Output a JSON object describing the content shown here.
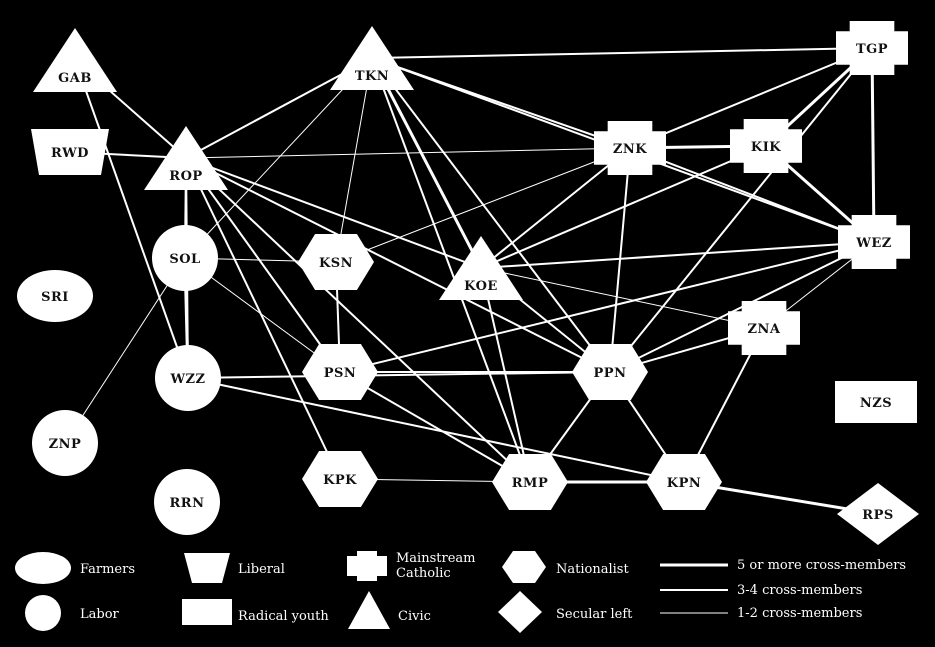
{
  "colors": {
    "background": "#000000",
    "foreground": "#ffffff",
    "node_text": "#111111"
  },
  "nodes": [
    {
      "id": "GAB",
      "label": "GAB",
      "shape": "triangle"
    },
    {
      "id": "TKN",
      "label": "TKN",
      "shape": "triangle"
    },
    {
      "id": "TGP",
      "label": "TGP",
      "shape": "cross"
    },
    {
      "id": "RWD",
      "label": "RWD",
      "shape": "trapezoid"
    },
    {
      "id": "ROP",
      "label": "ROP",
      "shape": "triangle"
    },
    {
      "id": "ZNK",
      "label": "ZNK",
      "shape": "cross"
    },
    {
      "id": "KIK",
      "label": "KIK",
      "shape": "cross"
    },
    {
      "id": "SOL",
      "label": "SOL",
      "shape": "circle"
    },
    {
      "id": "KSN",
      "label": "KSN",
      "shape": "hexagon"
    },
    {
      "id": "KOE",
      "label": "KOE",
      "shape": "triangle"
    },
    {
      "id": "WEZ",
      "label": "WEZ",
      "shape": "cross"
    },
    {
      "id": "SRI",
      "label": "SRI",
      "shape": "ellipse"
    },
    {
      "id": "ZNA",
      "label": "ZNA",
      "shape": "cross"
    },
    {
      "id": "PSN",
      "label": "PSN",
      "shape": "hexagon"
    },
    {
      "id": "PPN",
      "label": "PPN",
      "shape": "hexagon"
    },
    {
      "id": "WZZ",
      "label": "WZZ",
      "shape": "circle"
    },
    {
      "id": "NZS",
      "label": "NZS",
      "shape": "rect"
    },
    {
      "id": "ZNP",
      "label": "ZNP",
      "shape": "circle"
    },
    {
      "id": "KPK",
      "label": "KPK",
      "shape": "hexagon"
    },
    {
      "id": "RMP",
      "label": "RMP",
      "shape": "hexagon"
    },
    {
      "id": "KPN",
      "label": "KPN",
      "shape": "hexagon"
    },
    {
      "id": "RRN",
      "label": "RRN",
      "shape": "circle"
    },
    {
      "id": "RPS",
      "label": "RPS",
      "shape": "diamond"
    }
  ],
  "edges": [
    {
      "from": "GAB",
      "to": "ROP",
      "weight": 2
    },
    {
      "from": "GAB",
      "to": "WZZ",
      "weight": 2
    },
    {
      "from": "RWD",
      "to": "ROP",
      "weight": 2
    },
    {
      "from": "TKN",
      "to": "TGP",
      "weight": 2
    },
    {
      "from": "TKN",
      "to": "ROP",
      "weight": 2
    },
    {
      "from": "TKN",
      "to": "KOE",
      "weight": 3
    },
    {
      "from": "TKN",
      "to": "PPN",
      "weight": 2
    },
    {
      "from": "TKN",
      "to": "KSN",
      "weight": 1
    },
    {
      "from": "TKN",
      "to": "ZNK",
      "weight": 2
    },
    {
      "from": "TKN",
      "to": "WEZ",
      "weight": 2
    },
    {
      "from": "TKN",
      "to": "RMP",
      "weight": 2
    },
    {
      "from": "TKN",
      "to": "SOL",
      "weight": 1
    },
    {
      "from": "ROP",
      "to": "SOL",
      "weight": 2
    },
    {
      "from": "ROP",
      "to": "WZZ",
      "weight": 2
    },
    {
      "from": "ROP",
      "to": "PSN",
      "weight": 2
    },
    {
      "from": "ROP",
      "to": "KOE",
      "weight": 2
    },
    {
      "from": "ROP",
      "to": "RMP",
      "weight": 2
    },
    {
      "from": "ROP",
      "to": "PPN",
      "weight": 2
    },
    {
      "from": "ROP",
      "to": "KPK",
      "weight": 2
    },
    {
      "from": "ROP",
      "to": "ZNK",
      "weight": 1
    },
    {
      "from": "SOL",
      "to": "WZZ",
      "weight": 3
    },
    {
      "from": "SOL",
      "to": "KSN",
      "weight": 1
    },
    {
      "from": "SOL",
      "to": "PSN",
      "weight": 1
    },
    {
      "from": "SOL",
      "to": "ZNP",
      "weight": 1
    },
    {
      "from": "WZZ",
      "to": "PPN",
      "weight": 2
    },
    {
      "from": "WZZ",
      "to": "KPN",
      "weight": 2
    },
    {
      "from": "KSN",
      "to": "PSN",
      "weight": 2
    },
    {
      "from": "KSN",
      "to": "ZNK",
      "weight": 1
    },
    {
      "from": "KOE",
      "to": "ZNK",
      "weight": 2
    },
    {
      "from": "KOE",
      "to": "KIK",
      "weight": 2
    },
    {
      "from": "KOE",
      "to": "WEZ",
      "weight": 2
    },
    {
      "from": "KOE",
      "to": "ZNA",
      "weight": 1
    },
    {
      "from": "KOE",
      "to": "RMP",
      "weight": 2
    },
    {
      "from": "KOE",
      "to": "PPN",
      "weight": 2
    },
    {
      "from": "PSN",
      "to": "PPN",
      "weight": 2
    },
    {
      "from": "PSN",
      "to": "RMP",
      "weight": 2
    },
    {
      "from": "PSN",
      "to": "WEZ",
      "weight": 2
    },
    {
      "from": "PPN",
      "to": "ZNK",
      "weight": 2
    },
    {
      "from": "PPN",
      "to": "WEZ",
      "weight": 2
    },
    {
      "from": "PPN",
      "to": "ZNA",
      "weight": 2
    },
    {
      "from": "PPN",
      "to": "KPN",
      "weight": 2
    },
    {
      "from": "PPN",
      "to": "RMP",
      "weight": 2
    },
    {
      "from": "ZNK",
      "to": "KIK",
      "weight": 3
    },
    {
      "from": "ZNK",
      "to": "TGP",
      "weight": 2
    },
    {
      "from": "ZNK",
      "to": "WEZ",
      "weight": 2
    },
    {
      "from": "KIK",
      "to": "TGP",
      "weight": 3
    },
    {
      "from": "KIK",
      "to": "WEZ",
      "weight": 3
    },
    {
      "from": "TGP",
      "to": "WEZ",
      "weight": 3
    },
    {
      "from": "TGP",
      "to": "PPN",
      "weight": 2
    },
    {
      "from": "WEZ",
      "to": "ZNA",
      "weight": 1
    },
    {
      "from": "ZNA",
      "to": "KPN",
      "weight": 2
    },
    {
      "from": "KPN",
      "to": "RMP",
      "weight": 3
    },
    {
      "from": "KPN",
      "to": "RPS",
      "weight": 3
    },
    {
      "from": "KPK",
      "to": "RMP",
      "weight": 1
    }
  ],
  "legend": {
    "shapes": [
      {
        "shape": "ellipse",
        "label": "Farmers"
      },
      {
        "shape": "circle",
        "label": "Labor"
      },
      {
        "shape": "trapezoid",
        "label": "Liberal"
      },
      {
        "shape": "rect",
        "label": "Radical youth"
      },
      {
        "shape": "cross",
        "label_line1": "Mainstream",
        "label_line2": "Catholic"
      },
      {
        "shape": "triangle",
        "label": "Civic"
      },
      {
        "shape": "hexagon",
        "label": "Nationalist"
      },
      {
        "shape": "diamond",
        "label": "Secular left"
      }
    ],
    "lines": [
      {
        "weight": 3,
        "label": "5 or more cross-members"
      },
      {
        "weight": 2,
        "label": "3-4 cross-members"
      },
      {
        "weight": 1,
        "label": "1-2 cross-members"
      }
    ]
  }
}
